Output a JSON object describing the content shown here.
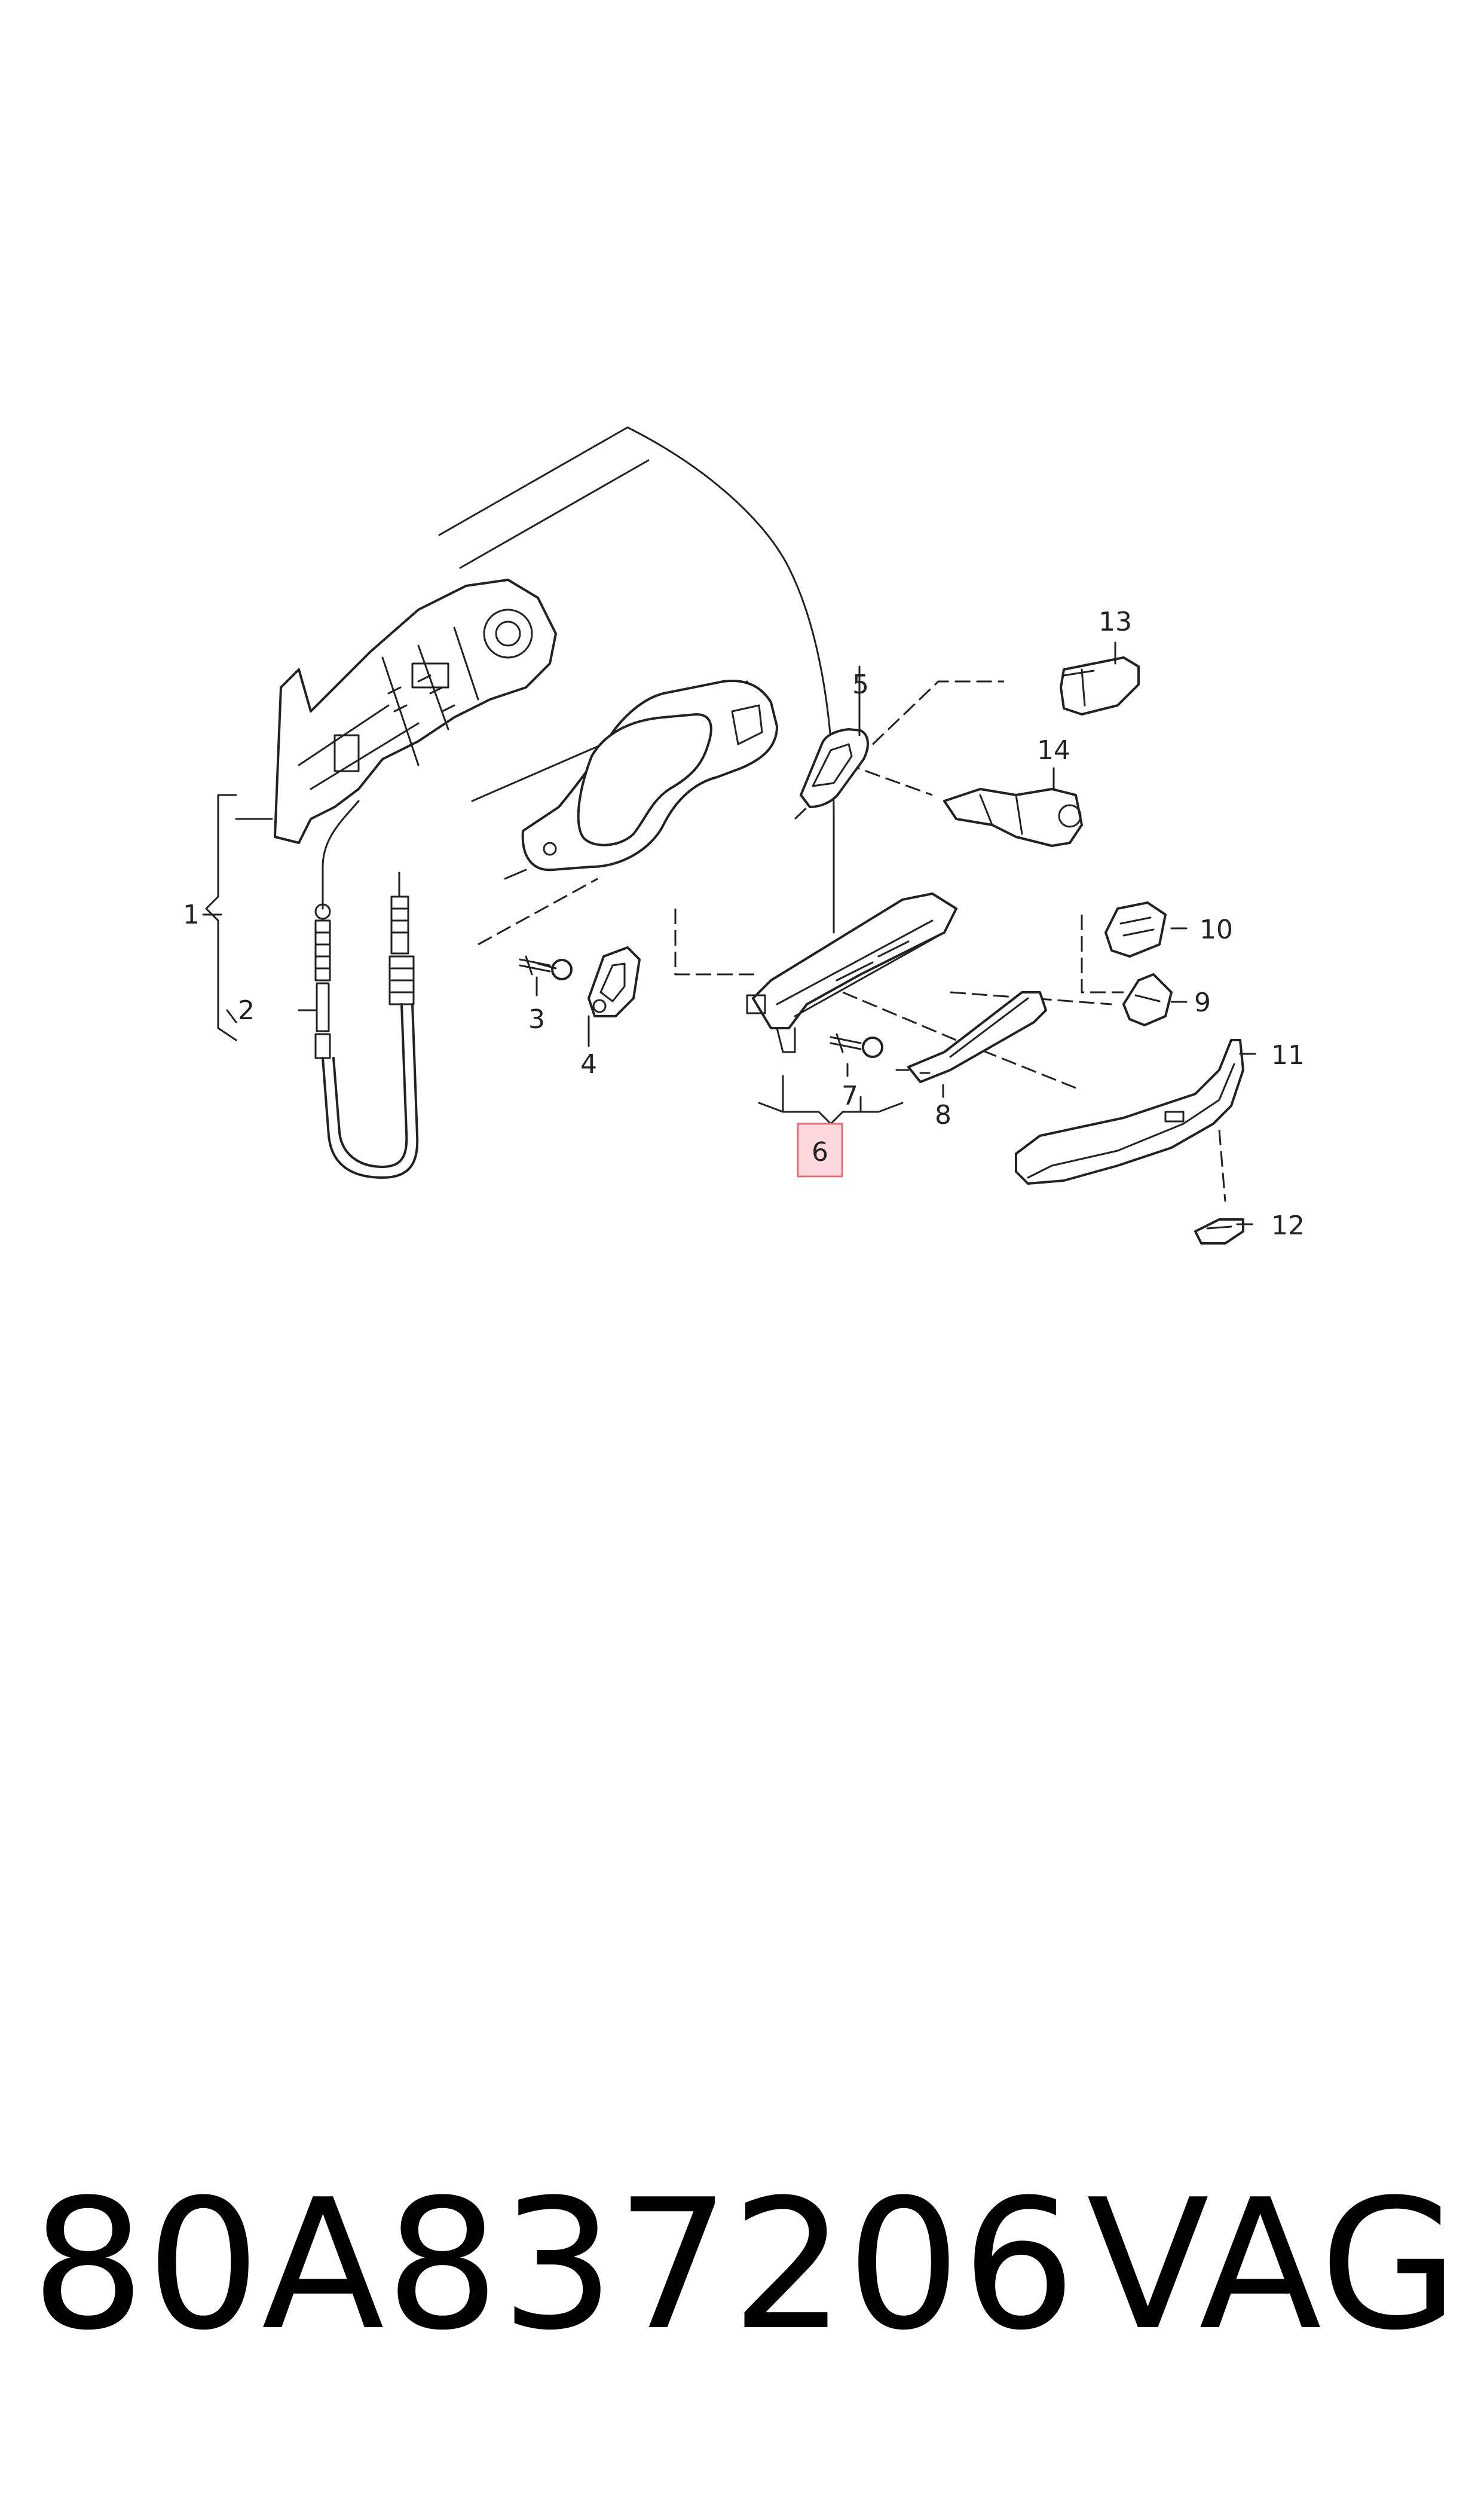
{
  "diagram": {
    "callouts": [
      {
        "id": "1",
        "label": "1"
      },
      {
        "id": "2",
        "label": "2"
      },
      {
        "id": "3",
        "label": "3"
      },
      {
        "id": "4",
        "label": "4"
      },
      {
        "id": "5",
        "label": "5"
      },
      {
        "id": "6",
        "label": "6",
        "highlighted": true
      },
      {
        "id": "7",
        "label": "7"
      },
      {
        "id": "8",
        "label": "8"
      },
      {
        "id": "9",
        "label": "9"
      },
      {
        "id": "10",
        "label": "10"
      },
      {
        "id": "11",
        "label": "11"
      },
      {
        "id": "12",
        "label": "12"
      },
      {
        "id": "13",
        "label": "13"
      },
      {
        "id": "14",
        "label": "14"
      }
    ],
    "highlight_color": "#ffd9dd"
  },
  "footer": {
    "part_number": "80A837206",
    "brand": "VAG"
  }
}
